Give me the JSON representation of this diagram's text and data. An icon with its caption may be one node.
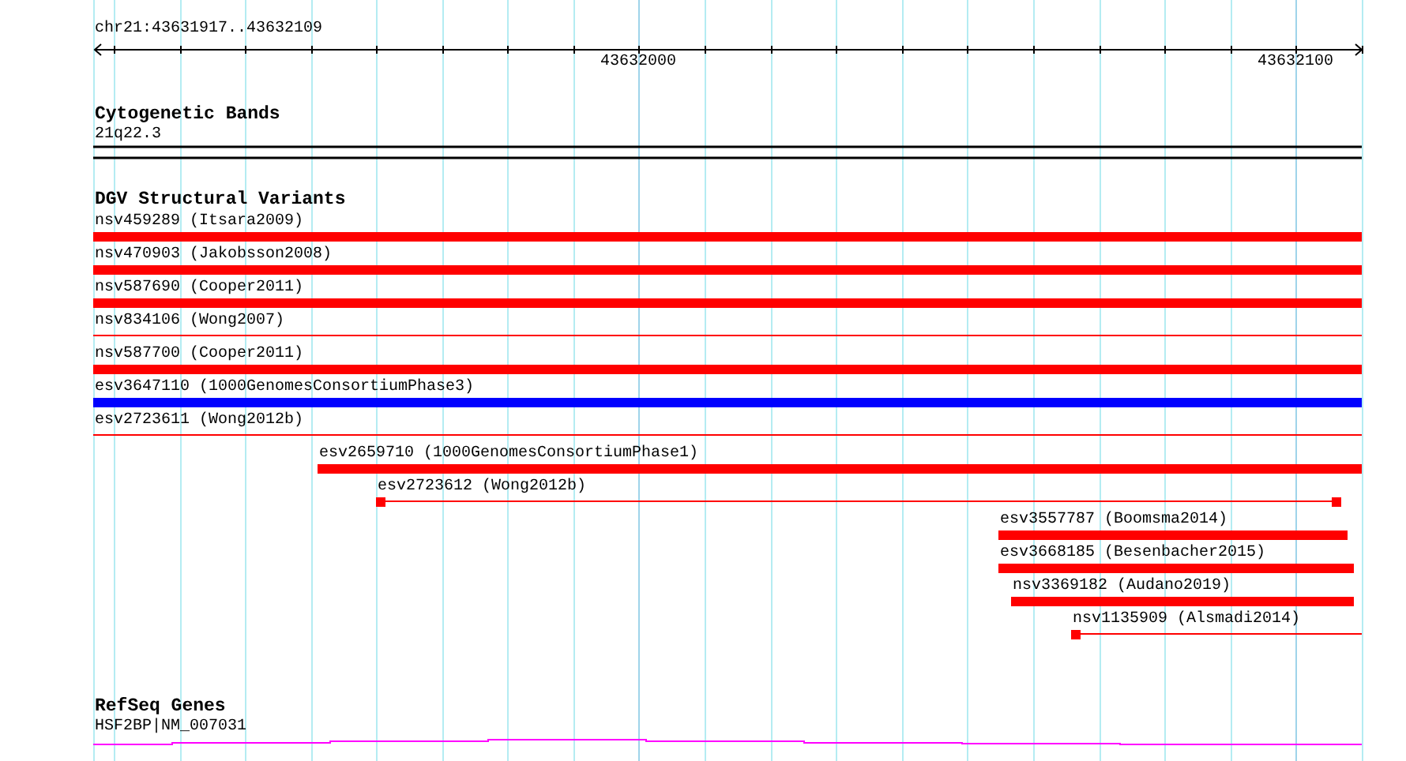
{
  "diagram": {
    "nodes": [
      {
        "text": [
          "21q22.3"
        ]
      },
      {
        "text": [
          "nsv459289 (Itsara2009)"
        ]
      },
      {
        "text": [
          "nsv470903 (Jakobsson2008)"
        ]
      },
      {
        "text": [
          "nsv587690 (Cooper2011)"
        ]
      },
      {
        "text": [
          "nsv834106 (Wong2007)"
        ]
      },
      {
        "text": [
          "nsv587700 (Cooper2011)"
        ]
      },
      {
        "text": [
          "esv3647110 (1000GenomesConsortiumPhase3)"
        ]
      },
      {
        "text": [
          "esv2723611 (Wong2012b)"
        ]
      },
      {
        "text": [
          "esv2659710 (1000GenomesConsortiumPhase1)"
        ]
      },
      {
        "text": [
          "esv2723612 (Wong2012b)"
        ]
      },
      {
        "text": [
          "esv3557787 (Boomsma2014)"
        ]
      },
      {
        "text": [
          "esv3668185 (Besenbacher2015)"
        ]
      },
      {
        "text": [
          "nsv3369182 (Audano2019)"
        ]
      },
      {
        "text": [
          "nsv1135909 (Alsmadi2014)"
        ]
      },
      {
        "text": [
          "HSF2BP|NM_007031"
        ]
      }
    ],
    "labels": [
      "chr21:43631917..43632109",
      "43632000",
      "43632100",
      "Cytogenetic Bands",
      "DGV Structural Variants",
      "RefSeq Genes"
    ]
  }
}
